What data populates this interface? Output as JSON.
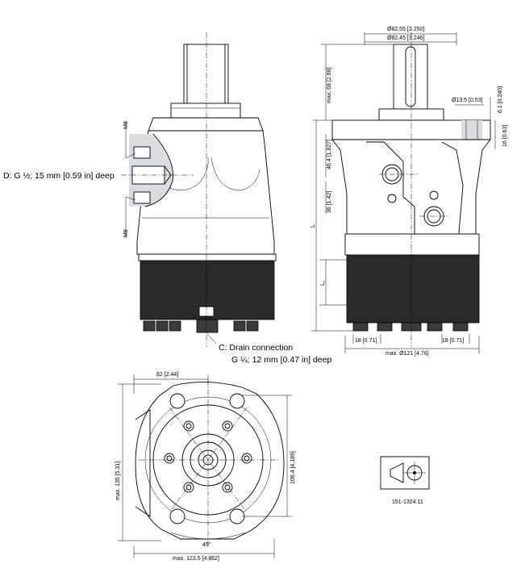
{
  "labels": {
    "drain_port_d": "D: G ½; 15 mm [0.59 in]  deep",
    "drain_connection_line1": "C: Drain connection",
    "drain_connection_line2": "G ¼; 12 mm [0.47 in] deep",
    "thread_m8_top": "M8",
    "thread_m8_bottom": "M8",
    "shaft_dia_max": "Ø82.55 [3.250]",
    "shaft_dia_min": "Ø82.45 [3.246]",
    "shaft_length_max": "max. 68 [2.68]",
    "flange_hole_dia": "Ø13.5 [0.53]",
    "flange_offset": "6.1 [0.240]",
    "flange_thickness": "16 [0.63]",
    "height_46_4": "46.4 [1.827]",
    "height_36": "36 [1.42]",
    "length_l": "L",
    "length_l1": "L₁",
    "bolt_offset_left": "18 [0.71]",
    "bolt_offset_right": "18 [0.71]",
    "body_dia_max": "max. Ø121 [4.76]",
    "flange_half_width": "62 [2.44]",
    "max_height_135": "max. 135 [5.31]",
    "bolt_circle_106_4": "106.4 [4.189]",
    "angle": "45°",
    "max_width_123_5": "max. 123.5 [4.862]",
    "drawing_number": "151-1324.11"
  }
}
